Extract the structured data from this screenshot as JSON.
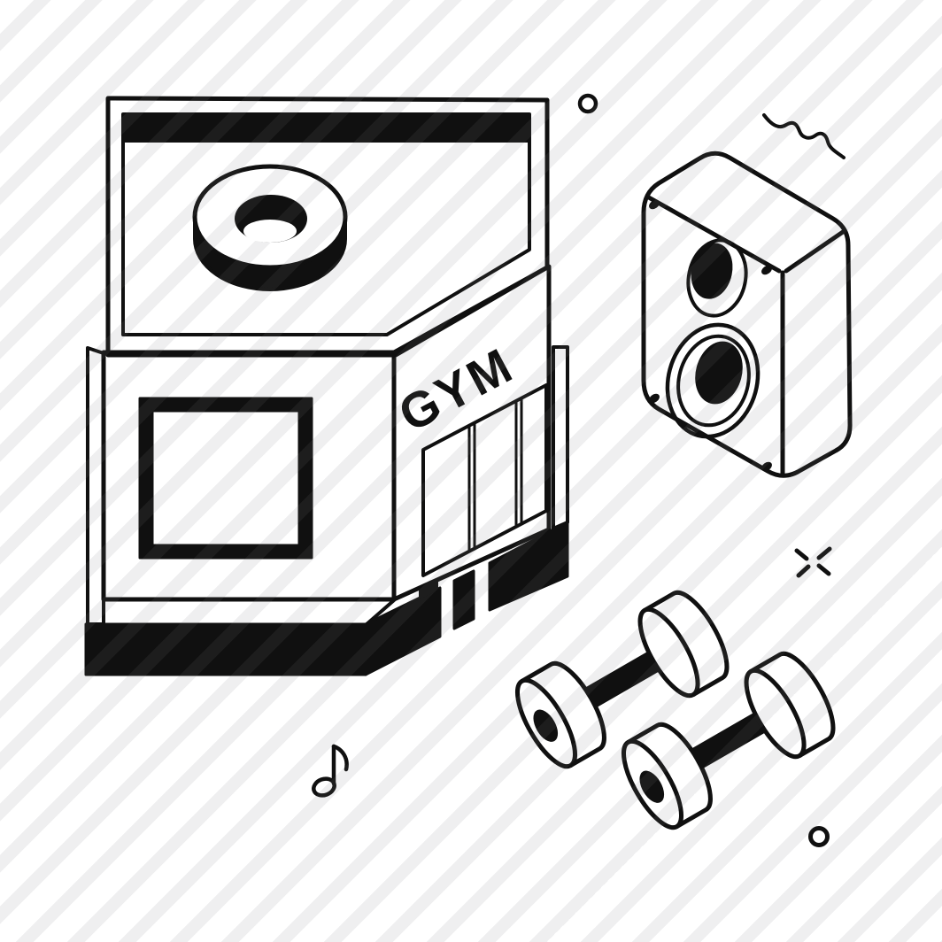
{
  "scene": {
    "sign_text": "GYM",
    "elements": [
      "gym-building-with-billboard",
      "weight-plate-on-sign",
      "front-window",
      "storefront-windows",
      "speaker",
      "sound-wave-squiggle",
      "dumbbell-left",
      "dumbbell-right",
      "music-note",
      "circle-accent-top",
      "circle-accent-bottom",
      "sparkle-x"
    ]
  },
  "colors": {
    "ink": "#101010",
    "paper": "#ffffff",
    "stripe": "#eeeeef"
  }
}
